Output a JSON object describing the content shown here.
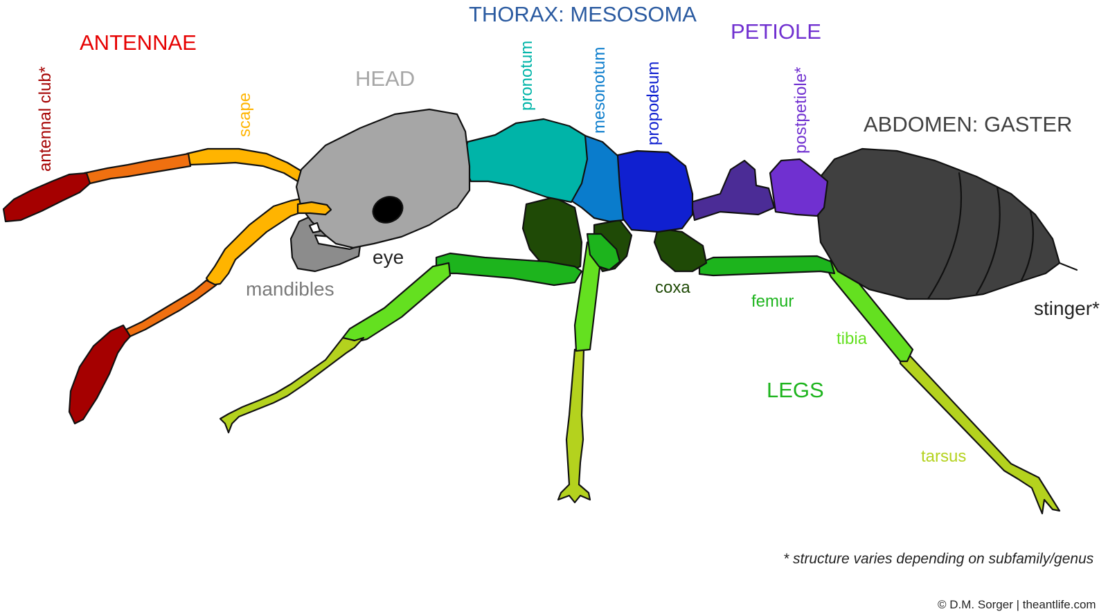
{
  "colors": {
    "antennal_club": "#a50000",
    "antenna_segments": "#f07010",
    "scape": "#ffb400",
    "head": "#a6a6a6",
    "mandibles": "#8c8c8c",
    "eye": "#000000",
    "pronotum": "#00b4a8",
    "mesonotum": "#0a7ccc",
    "propodeum": "#1020d0",
    "petiole": "#4b2c96",
    "postpetiole": "#7030d0",
    "gaster": "#404040",
    "coxa": "#1f4a06",
    "femur": "#1db41d",
    "tibia": "#64e020",
    "tarsus": "#b4d21e",
    "outline": "#111111"
  },
  "labels": {
    "antennae": "ANTENNAE",
    "antennal_club": "antennal club*",
    "scape": "scape",
    "head": "HEAD",
    "thorax": "THORAX: MESOSOMA",
    "pronotum": "pronotum",
    "mesonotum": "mesonotum",
    "propodeum": "propodeum",
    "petiole": "PETIOLE",
    "postpetiole": "postpetiole*",
    "abdomen": "ABDOMEN: GASTER",
    "eye": "eye",
    "mandibles": "mandibles",
    "coxa": "coxa",
    "femur": "femur",
    "tibia": "tibia",
    "legs": "LEGS",
    "tarsus": "tarsus",
    "stinger": "stinger*",
    "footnote": "* structure varies depending on subfamily/genus",
    "credit": "© D.M. Sorger | theantlife.com"
  }
}
